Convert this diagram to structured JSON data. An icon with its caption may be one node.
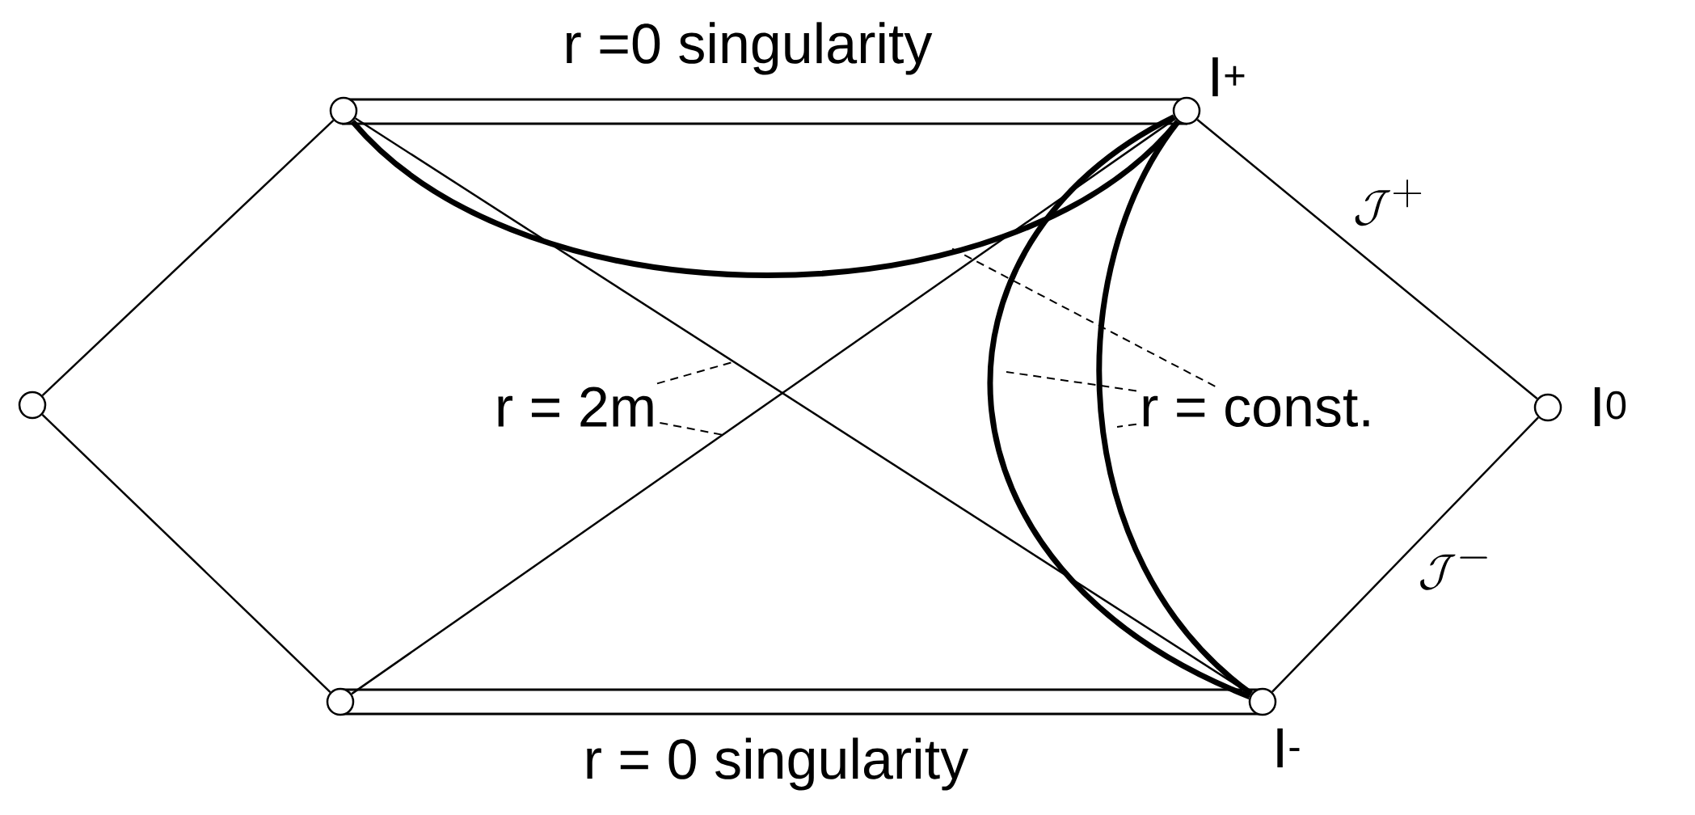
{
  "diagram": {
    "nodes": [
      {
        "text": [
          "r =0 singularity"
        ]
      },
      {
        "text": [
          "r = 0 singularity"
        ]
      },
      {
        "text": [],
        "shape": "circle"
      },
      {
        "text": [],
        "shape": "circle",
        "beside": [
          "I$^{+}$"
        ]
      },
      {
        "text": [],
        "shape": "circle"
      },
      {
        "text": [],
        "shape": "circle",
        "beside": [
          "I$^{0}$"
        ]
      },
      {
        "text": [],
        "shape": "circle"
      },
      {
        "text": [],
        "shape": "circle",
        "beside": [
          "I$^{-}$"
        ]
      },
      {
        "text": [
          "r = 2m"
        ]
      },
      {
        "text": [
          "r = const."
        ]
      }
    ],
    "edges": [
      {
        "from": 2,
        "to": 4,
        "arrow": "none"
      },
      {
        "from": 4,
        "to": 6,
        "arrow": "none"
      },
      {
        "from": 3,
        "to": 5,
        "arrow": "none",
        "label": "\\mathcal{J}^+"
      },
      {
        "from": 5,
        "to": 7,
        "arrow": "none",
        "label": "\\mathcal{J}^-"
      },
      {
        "from": 2,
        "to": 7,
        "arrow": "none"
      },
      {
        "from": 6,
        "to": 3,
        "arrow": "none"
      },
      {
        "from": 2,
        "to": 3,
        "arrow": "none",
        "style": "thick"
      },
      {
        "from": 3,
        "to": 7,
        "arrow": "none",
        "style": "thick"
      },
      {
        "from": 3,
        "to": 7,
        "arrow": "none",
        "style": "thick"
      },
      {
        "from": 8,
        "to": null,
        "arrow": "none",
        "style": "dashed"
      },
      {
        "from": 8,
        "to": null,
        "arrow": "none",
        "style": "dashed"
      },
      {
        "from": 9,
        "to": null,
        "arrow": "none",
        "style": "dashed"
      },
      {
        "from": 9,
        "to": null,
        "arrow": "none",
        "style": "dashed"
      },
      {
        "from": 9,
        "to": null,
        "arrow": "none",
        "style": "dashed"
      }
    ]
  }
}
